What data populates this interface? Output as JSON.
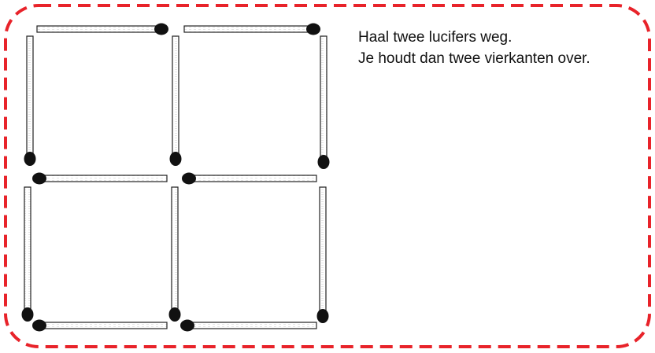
{
  "instructions": {
    "line1": "Haal twee lucifers weg.",
    "line2": "Je houdt dan twee vierkanten over."
  },
  "colors": {
    "frame_dash": "#e8232a",
    "match_head": "#111111",
    "match_stick": "#ffffff",
    "match_outline": "#222222",
    "text": "#111111"
  },
  "puzzle": {
    "grid": "2x2 squares",
    "match_count": 12
  }
}
